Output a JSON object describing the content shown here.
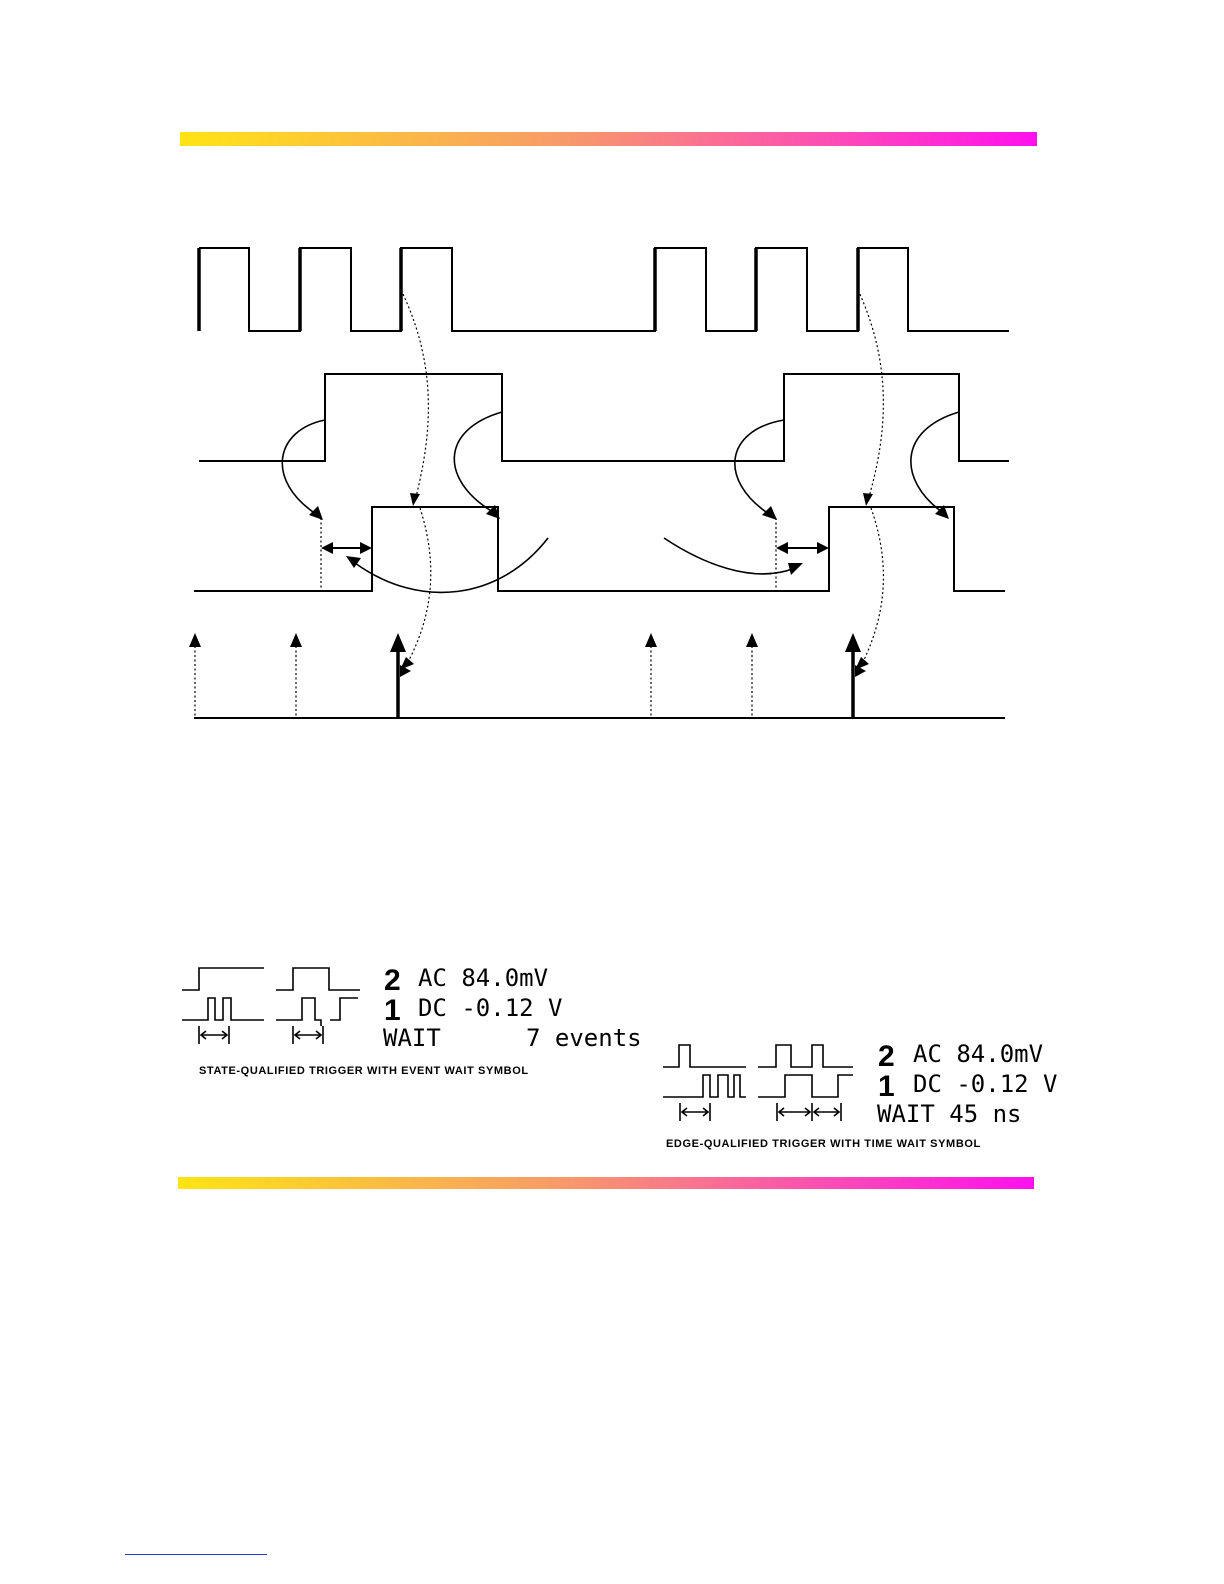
{
  "colors": {
    "rule_gradient_start": "#ffe414",
    "rule_gradient_mid": "#f79a6a",
    "rule_gradient_end": "#ff10ee",
    "ink": "#000000",
    "link_underline": "#2a3fd6"
  },
  "symbol_state": {
    "ch2_number": "2",
    "ch2_readout": "AC 84.0mV",
    "ch1_number": "1",
    "ch1_readout": "DC -0.12 V",
    "wait_label": "WAIT",
    "wait_value": "7 events",
    "caption": "STATE-QUALIFIED TRIGGER WITH EVENT WAIT SYMBOL"
  },
  "symbol_edge": {
    "ch2_number": "2",
    "ch2_readout": "AC 84.0mV",
    "ch1_number": "1",
    "ch1_readout": "DC -0.12 V",
    "wait_label": "WAIT 45 ns",
    "caption": "EDGE-QUALIFIED TRIGGER WITH TIME WAIT SYMBOL"
  }
}
